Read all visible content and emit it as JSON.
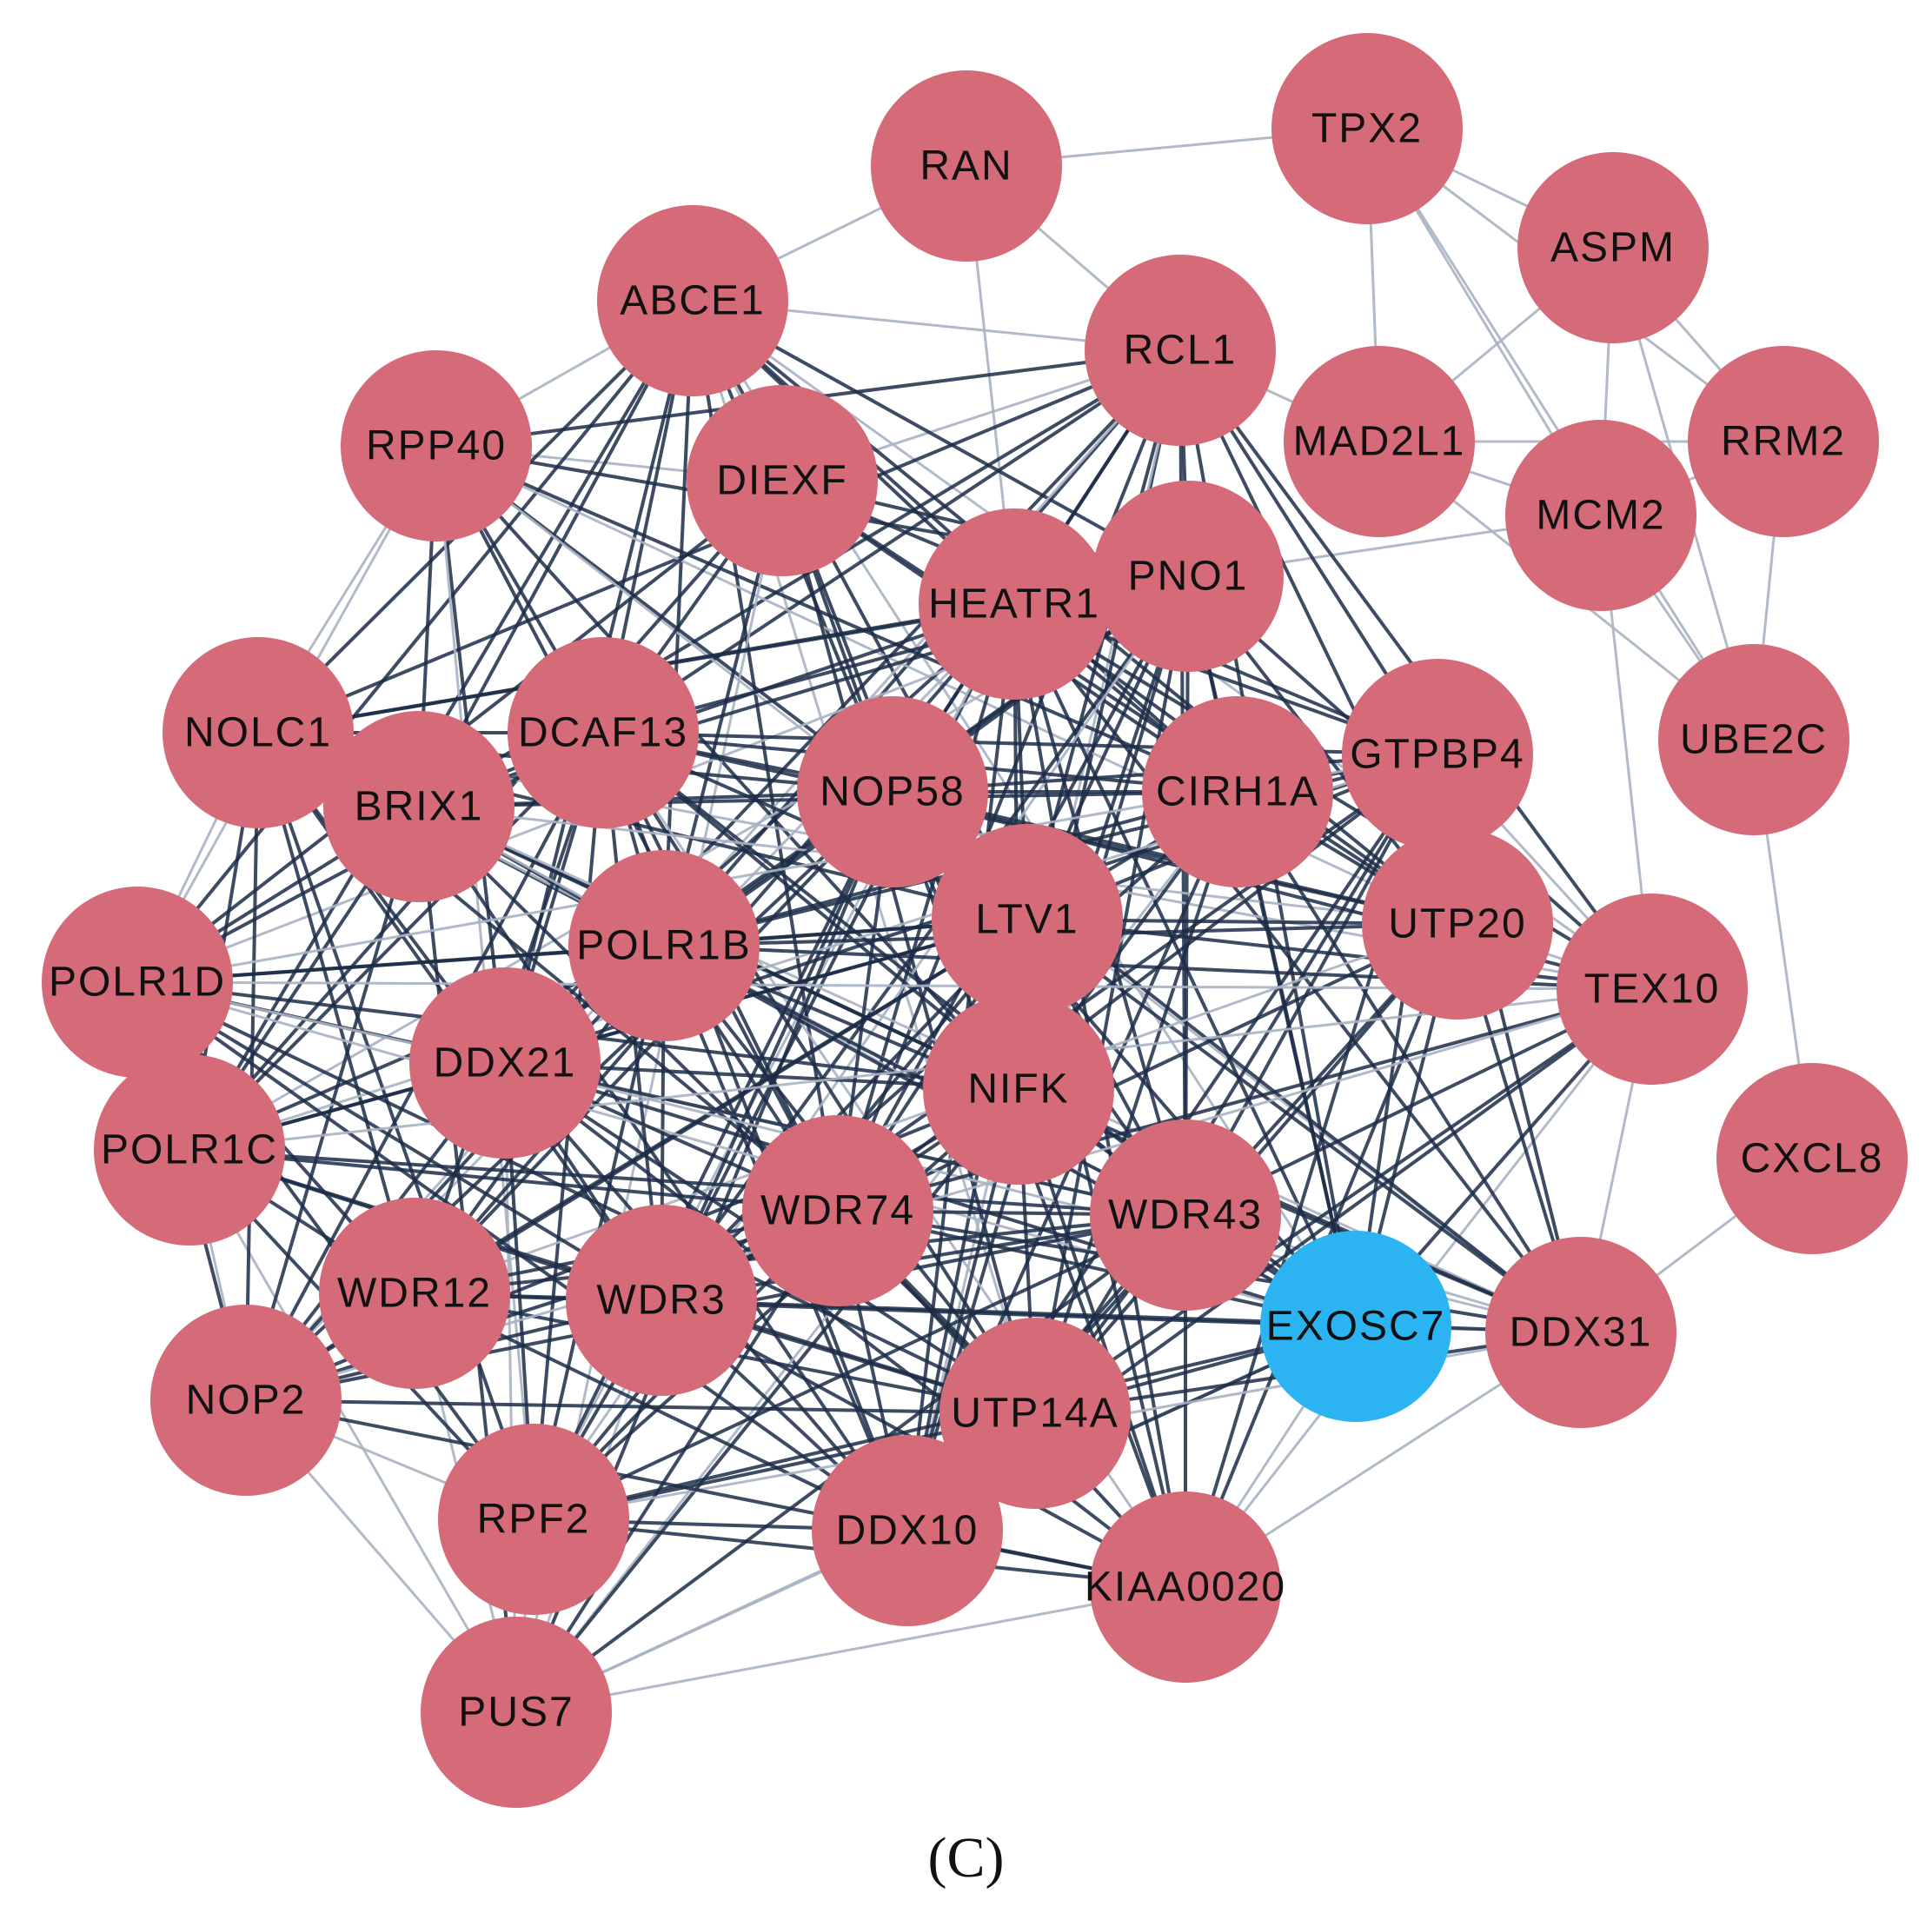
{
  "panel_label": "(C)",
  "colors": {
    "node_default": "#D56B78",
    "node_highlight": "#2CB4F2",
    "edge_strong": "#1C2D48",
    "edge_weak": "#A9B3C2",
    "label": "#111111"
  },
  "highlight_node": "EXOSC7",
  "nodes": [
    "RAN",
    "TPX2",
    "ASPM",
    "ABCE1",
    "RCL1",
    "RPP40",
    "DIEXF",
    "MAD2L1",
    "RRM2",
    "MCM2",
    "HEATR1",
    "PNO1",
    "NOLC1",
    "DCAF13",
    "BRIX1",
    "NOP58",
    "CIRH1A",
    "GTPBP4",
    "UBE2C",
    "LTV1",
    "UTP20",
    "POLR1B",
    "POLR1D",
    "TEX10",
    "DDX21",
    "NIFK",
    "POLR1C",
    "CXCL8",
    "WDR74",
    "WDR43",
    "WDR12",
    "WDR3",
    "EXOSC7",
    "DDX31",
    "NOP2",
    "UTP14A",
    "RPF2",
    "DDX10",
    "KIAA0020",
    "PUS7"
  ]
}
